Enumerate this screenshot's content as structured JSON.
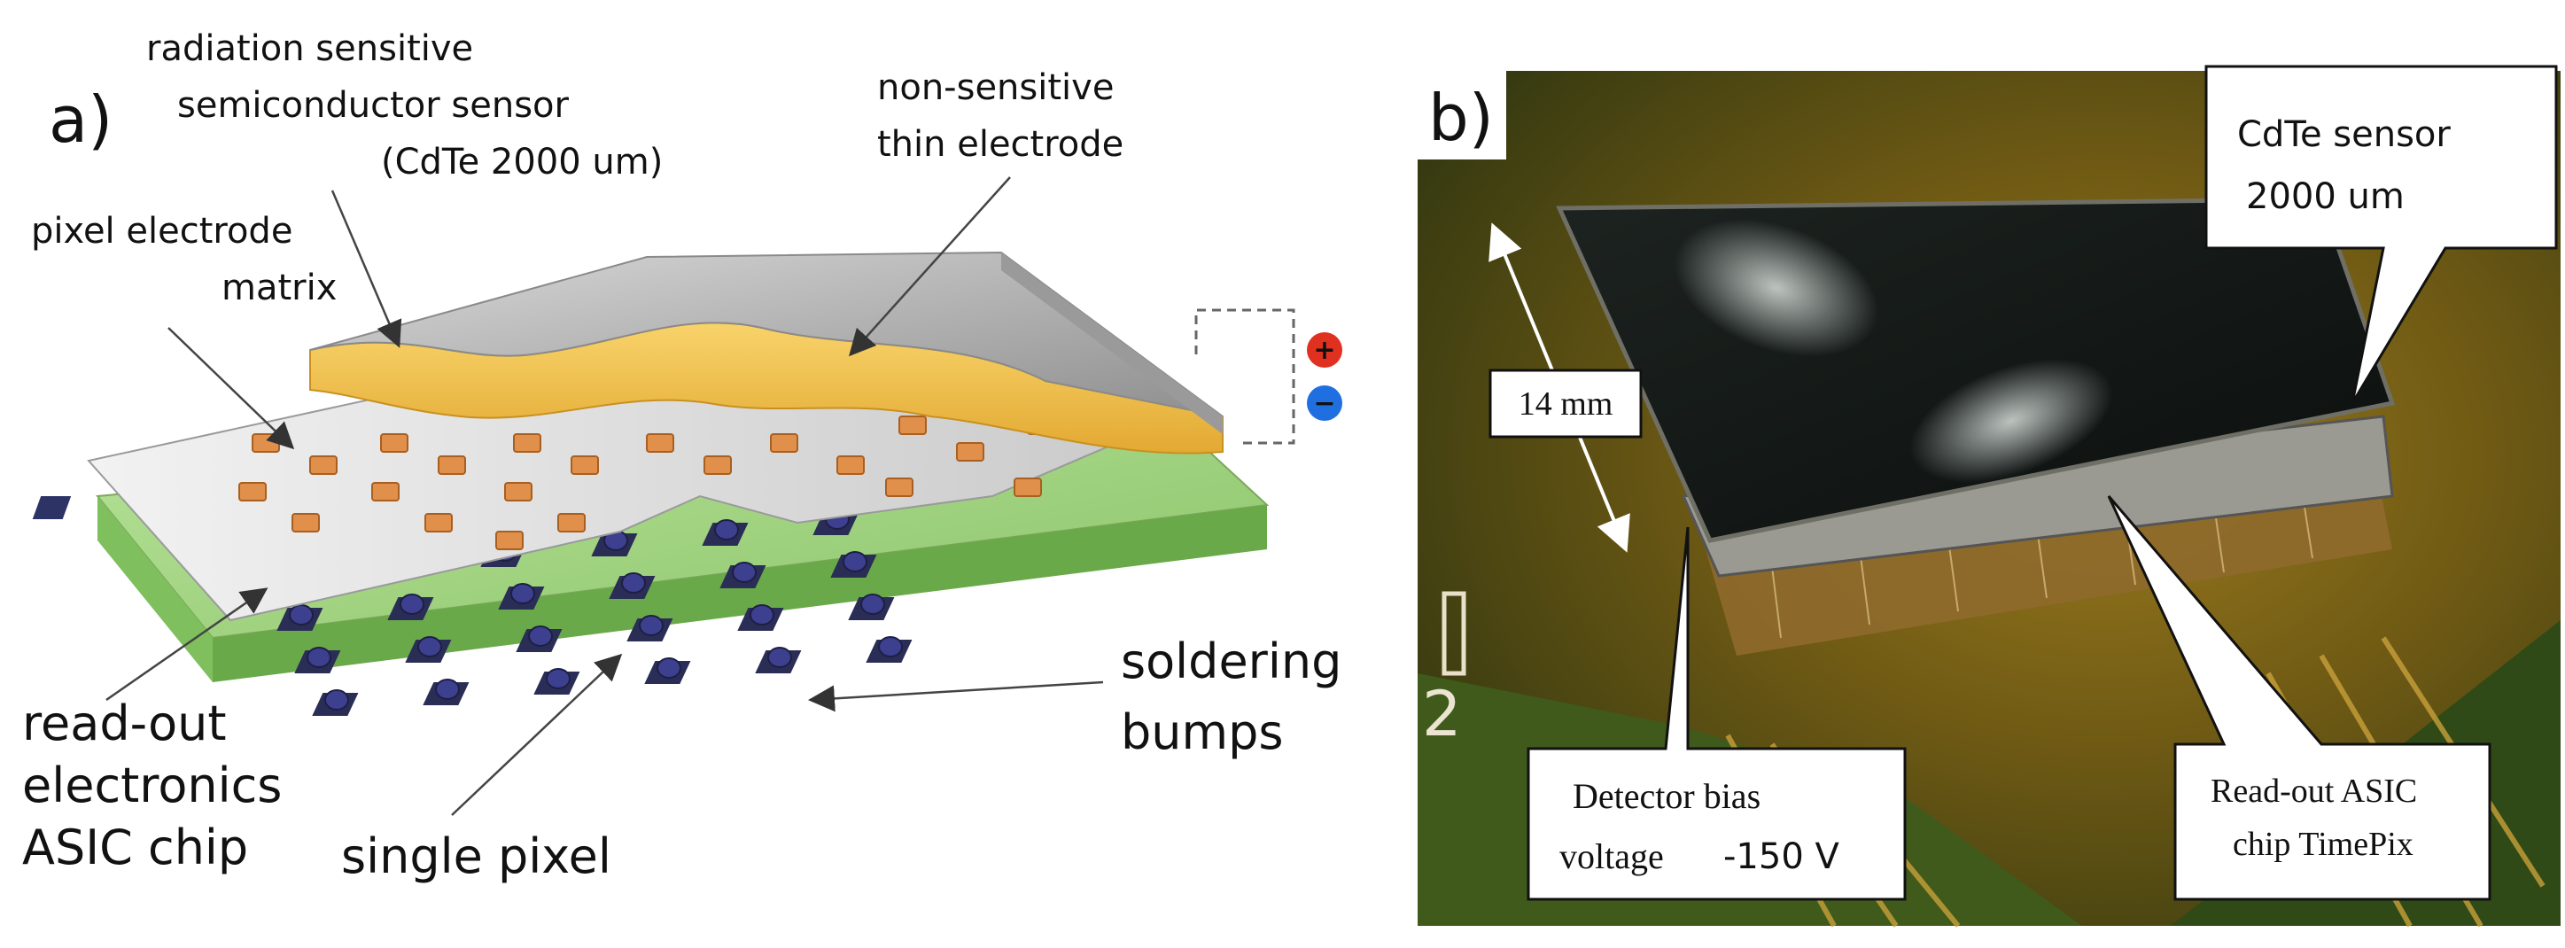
{
  "panel_a": {
    "letter": "a)",
    "labels": {
      "sensor_line1": "radiation sensitive",
      "sensor_line2": "semiconductor sensor",
      "sensor_line3": "(CdTe 2000 um)",
      "electrode_line1": "non-sensitive",
      "electrode_line2": "thin electrode",
      "pixel_matrix_line1": "pixel electrode",
      "pixel_matrix_line2": "matrix",
      "soldering_line1": "soldering",
      "soldering_line2": "bumps",
      "readout_line1": "read-out",
      "readout_line2": "electronics",
      "readout_line3": "ASIC chip",
      "single_pixel": "single pixel"
    },
    "colors": {
      "top_electrode": "#b8b8b8",
      "sensor_layer": "#f3c24a",
      "pixel_matrix": "#dcdcdc",
      "pixel_pads": "#e0904a",
      "asic_chip": "#9ed080",
      "bumps": "#3d3f8f",
      "bias_plus": "#e03020",
      "bias_minus": "#1f6fe0"
    }
  },
  "panel_b": {
    "letter": "b)",
    "callouts": {
      "sensor_line1": "CdTe sensor",
      "sensor_line2": "2000 um",
      "dimension": "14 mm",
      "bias_line1": "Detector bias",
      "bias_line2": "voltage",
      "bias_value": "-150 V",
      "asic_line1": "Read-out ASIC",
      "asic_line2": "chip TimePix"
    },
    "board_marking": "2"
  }
}
